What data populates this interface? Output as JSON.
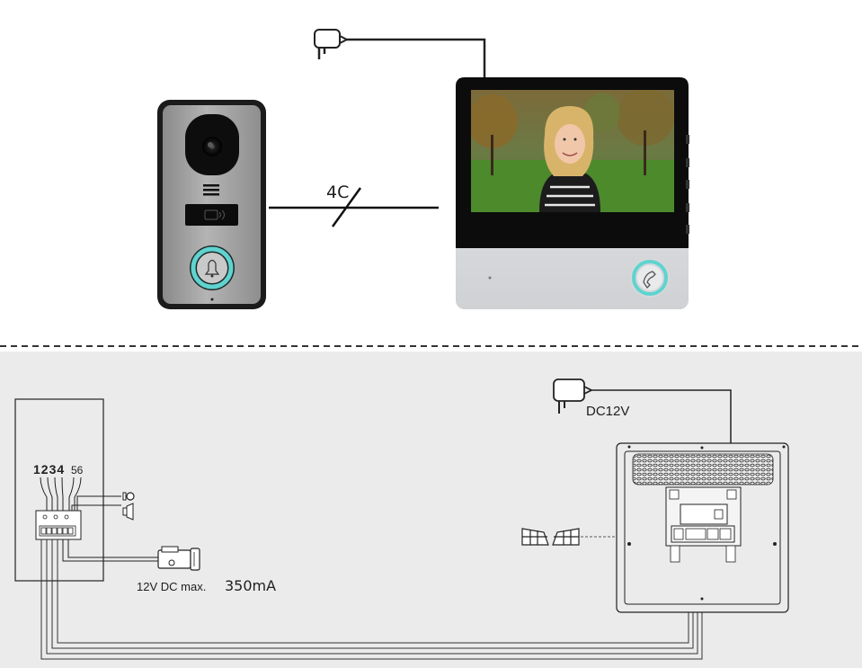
{
  "top": {
    "cable_label": "4C"
  },
  "bottom": {
    "terminal_numbers": "1234",
    "terminal_numbers_extra": "56",
    "lock_rating_prefix": "12V DC max.",
    "lock_rating_value": "350mA",
    "power_label": "DC12V"
  },
  "colors": {
    "top_background": "#ffffff",
    "bottom_background": "#ebebeb",
    "accent_ring": "#5fd3cf",
    "door_panel_frame": "#1b1b1b",
    "door_panel_face": "#9c9c9c",
    "monitor_black": "#0c0c0c",
    "monitor_silver": "#dcdde0"
  },
  "icons": {
    "door_panel_camera": "camera-lens-icon",
    "door_panel_speaker": "speaker-grille-icon",
    "door_panel_rfid": "rfid-card-icon",
    "door_panel_bell": "bell-icon",
    "monitor_answer": "handset-icon",
    "adapter": "power-adapter-icon",
    "lock": "electric-lock-icon",
    "gate": "gate-icon",
    "exit_button": "exit-button-icon",
    "bell_output": "bell-output-icon"
  }
}
